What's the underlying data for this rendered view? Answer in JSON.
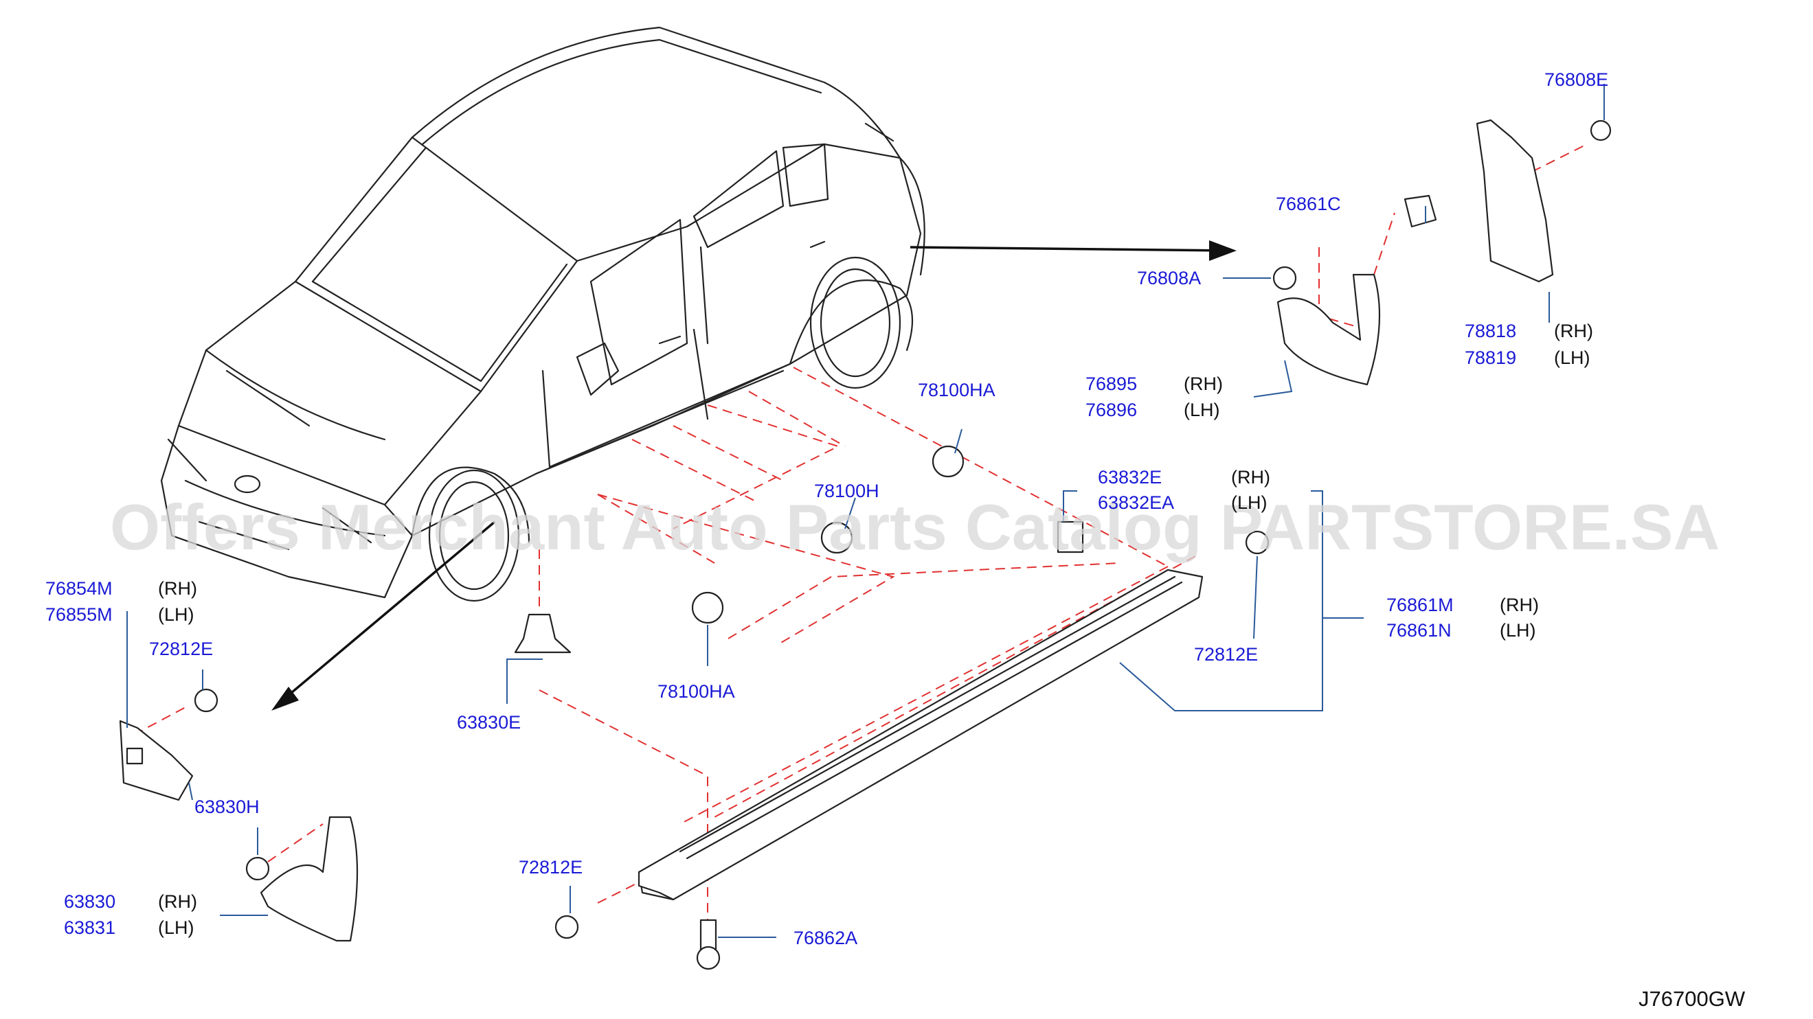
{
  "watermark": "Offers Merchant Auto Parts Catalog PARTSTORE.SA",
  "diagram_ref": "J76700GW",
  "labels": {
    "p76808E": "76808E",
    "p76861C": "76861C",
    "p76808A": "76808A",
    "p78818": "78818",
    "p78819": "78819",
    "p76895": "76895",
    "p76896": "76896",
    "p78100HA_top": "78100HA",
    "p78100H": "78100H",
    "p63832E": "63832E",
    "p63832EA": "63832EA",
    "p76854M": "76854M",
    "p76855M": "76855M",
    "p72812E_left": "72812E",
    "p76861M": "76861M",
    "p76861N": "76861N",
    "p72812E_right": "72812E",
    "p63830E": "63830E",
    "p78100HA_bottom": "78100HA",
    "p63830H": "63830H",
    "p63830": "63830",
    "p63831": "63831",
    "p72812E_bottom": "72812E",
    "p76862A": "76862A"
  },
  "sides": {
    "rh": "(RH)",
    "lh": "(LH)"
  }
}
